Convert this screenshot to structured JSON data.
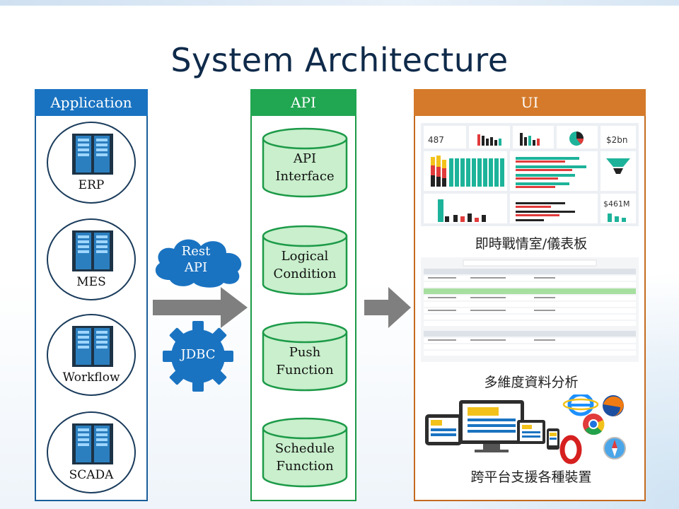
{
  "title": "System Architecture",
  "application": {
    "header": "Application",
    "items": [
      {
        "label": "ERP",
        "icon": "server-rack-icon"
      },
      {
        "label": "MES",
        "icon": "server-rack-icon"
      },
      {
        "label": "Workflow",
        "icon": "server-rack-icon"
      },
      {
        "label": "SCADA",
        "icon": "server-rack-icon"
      }
    ]
  },
  "connectors": {
    "rest": {
      "line1": "Rest",
      "line2": "API"
    },
    "jdbc": "JDBC"
  },
  "api": {
    "header": "API",
    "items": [
      {
        "line1": "API",
        "line2": "Interface"
      },
      {
        "line1": "Logical",
        "line2": "Condition"
      },
      {
        "line1": "Push",
        "line2": "Function"
      },
      {
        "line1": "Schedule",
        "line2": "Function"
      }
    ]
  },
  "ui": {
    "header": "UI",
    "dashboard": {
      "kpi_1": "487",
      "kpi_2": "$2bn",
      "kpi_3": "$461M",
      "caption": "即時戰情室/儀表板"
    },
    "analysis_caption": "多維度資料分析",
    "devices_caption": "跨平台支援各種裝置"
  },
  "colors": {
    "app": "#1a73c1",
    "api": "#21a651",
    "ui": "#d47a2a",
    "cylinder_fill": "#c9efcc",
    "connector": "#1a73c1",
    "arrow": "#7f7f7f"
  }
}
